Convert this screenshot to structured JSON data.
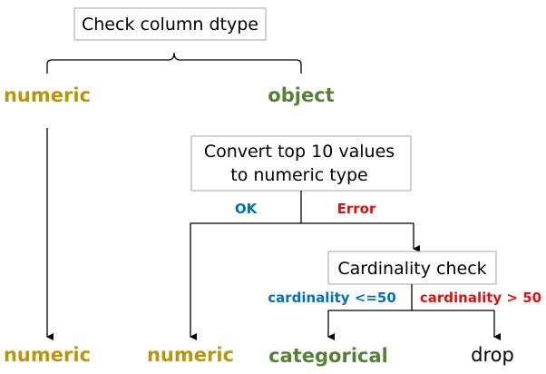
{
  "colors": {
    "numeric": "#b8960c",
    "object": "#538135",
    "ok": "#0070c0",
    "error": "#e01010",
    "drop": "#000000"
  },
  "nodes": {
    "check_dtype": "Check column dtype",
    "convert_line1": "Convert top 10 values",
    "convert_line2": "to numeric type",
    "cardinality_check": "Cardinality check"
  },
  "branches": {
    "numeric": "numeric",
    "object": "object"
  },
  "edges": {
    "ok": "OK",
    "error": "Error",
    "cardinality_low": "cardinality <=50",
    "cardinality_high": "cardinality > 50"
  },
  "outcomes": {
    "numeric_1": "numeric",
    "numeric_2": "numeric",
    "categorical": "categorical",
    "drop": "drop"
  }
}
